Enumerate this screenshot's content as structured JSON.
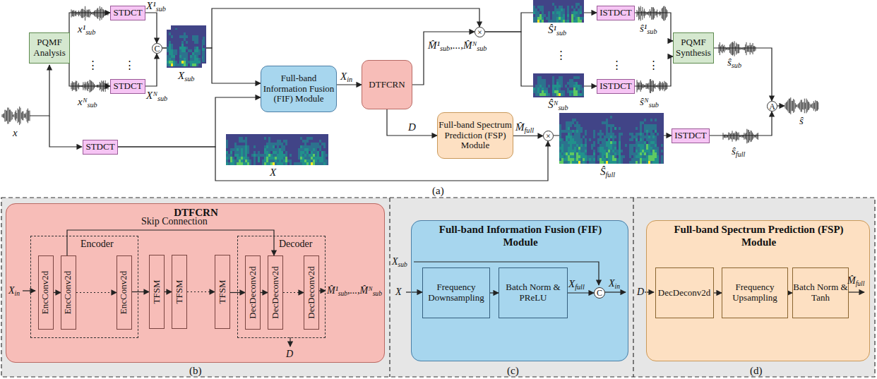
{
  "diagram": {
    "nodes": [
      {
        "text": [
          "PQMF Analysis"
        ]
      },
      {
        "text": [
          "STDCT"
        ]
      },
      {
        "text": [
          "STDCT"
        ]
      },
      {
        "text": [
          "STDCT"
        ]
      },
      {
        "text": [
          "C"
        ]
      },
      {
        "text": [
          "Full-band Information Fusion (FIF) Module"
        ]
      },
      {
        "text": [
          "DTFCRN"
        ]
      },
      {
        "text": [
          "Full-band Spectrum Prediction (FSP) Module"
        ]
      },
      {
        "text": [
          "×"
        ]
      },
      {
        "text": [
          "×"
        ]
      },
      {
        "text": [
          "ISTDCT"
        ]
      },
      {
        "text": [
          "ISTDCT"
        ]
      },
      {
        "text": [
          "ISTDCT"
        ]
      },
      {
        "text": [
          "PQMF Synthesis"
        ]
      },
      {
        "text": [
          "A"
        ]
      },
      {
        "text": [
          "DTFCRN"
        ]
      },
      {
        "text": [
          "Encoder"
        ],
        "in": 15
      },
      {
        "text": [
          "EncConv2d"
        ],
        "in": 16
      },
      {
        "text": [
          "EncConv2d"
        ],
        "in": 16
      },
      {
        "text": [
          "EncConv2d"
        ],
        "in": 16
      },
      {
        "text": [
          "TFSM"
        ],
        "in": 15
      },
      {
        "text": [
          "TFSM"
        ],
        "in": 15
      },
      {
        "text": [
          "TFSM"
        ],
        "in": 15
      },
      {
        "text": [
          "Decoder"
        ],
        "in": 15
      },
      {
        "text": [
          "DecDeconv2d"
        ],
        "in": 23
      },
      {
        "text": [
          "DecDeconv2d"
        ],
        "in": 23
      },
      {
        "text": [
          "DecDeconv2d"
        ],
        "in": 23
      },
      {
        "text": [
          "Full-band Information Fusion (FIF) Module"
        ]
      },
      {
        "text": [
          "Frequency Downsampling"
        ],
        "in": 27
      },
      {
        "text": [
          "Batch Norm & PReLU"
        ],
        "in": 27
      },
      {
        "text": [
          "C"
        ],
        "in": 27
      },
      {
        "text": [
          "Full-band Spectrum Prediction (FSP) Module"
        ]
      },
      {
        "text": [
          "DecDeconv2d"
        ],
        "in": 31
      },
      {
        "text": [
          "Frequency Upsampling"
        ],
        "in": 31
      },
      {
        "text": [
          "Batch Norm & Tanh"
        ],
        "in": 31
      }
    ],
    "edges": [
      {
        "from": 0,
        "to": 1,
        "arrow": "to"
      },
      {
        "from": 0,
        "to": 2,
        "arrow": "to"
      },
      {
        "from": 1,
        "to": 4,
        "arrow": "to"
      },
      {
        "from": 2,
        "to": 4,
        "arrow": "to"
      },
      {
        "from": 4,
        "to": 5,
        "arrow": "to"
      },
      {
        "from": 4,
        "to": 8,
        "arrow": "to"
      },
      {
        "from": 3,
        "to": 5,
        "arrow": "to"
      },
      {
        "from": 3,
        "to": 9,
        "arrow": "to"
      },
      {
        "from": 5,
        "to": 6,
        "label": "Xin",
        "arrow": "to"
      },
      {
        "from": 6,
        "to": 8,
        "label": "M̂¹sub,...,M̂ᴺsub",
        "arrow": "to"
      },
      {
        "from": 6,
        "to": 7,
        "label": "D",
        "arrow": "to"
      },
      {
        "from": 7,
        "to": 9,
        "label": "M̂full",
        "arrow": "to"
      },
      {
        "from": 8,
        "to": 10,
        "arrow": "to"
      },
      {
        "from": 8,
        "to": 11,
        "arrow": "to"
      },
      {
        "from": 9,
        "to": 12,
        "arrow": "to"
      },
      {
        "from": 10,
        "to": 13,
        "arrow": "to"
      },
      {
        "from": 11,
        "to": 13,
        "arrow": "to"
      },
      {
        "from": 13,
        "to": 14,
        "arrow": "to"
      },
      {
        "from": 12,
        "to": 14,
        "arrow": "to"
      },
      {
        "from": 17,
        "to": 18,
        "arrow": "to"
      },
      {
        "from": 18,
        "to": 19,
        "arrow": "to"
      },
      {
        "from": 19,
        "to": 20,
        "arrow": "to"
      },
      {
        "from": 20,
        "to": 21,
        "arrow": "to"
      },
      {
        "from": 21,
        "to": 22,
        "arrow": "to"
      },
      {
        "from": 22,
        "to": 24,
        "arrow": "to"
      },
      {
        "from": 24,
        "to": 25,
        "arrow": "to"
      },
      {
        "from": 25,
        "to": 26,
        "arrow": "to"
      },
      {
        "from": 18,
        "to": 25,
        "label": "Skip Connection",
        "arrow": "to"
      },
      {
        "from": 28,
        "to": 29,
        "arrow": "to"
      },
      {
        "from": 29,
        "to": 30,
        "label": "Xfull",
        "arrow": "to"
      },
      {
        "from": 32,
        "to": 33,
        "arrow": "to"
      },
      {
        "from": 33,
        "to": 34,
        "arrow": "to"
      }
    ],
    "labels": [
      "x",
      "x¹sub",
      "⋮",
      "⋮",
      "xᴺsub",
      "X¹sub",
      "Xᴺsub",
      "Xsub",
      "X",
      "Ŝ¹sub",
      "⋮",
      "⋮",
      "Ŝᴺsub",
      "Ŝfull",
      "ŝ¹sub",
      "⋮",
      "ŝᴺsub",
      "ŝsub",
      "ŝfull",
      "ŝ",
      "(a)",
      "Xin",
      "M̂¹sub,...,M̂ᴺsub",
      "D",
      "(b)",
      "Xsub",
      "X",
      "Xin",
      "(c)",
      "D",
      "M̂full",
      "(d)"
    ]
  }
}
